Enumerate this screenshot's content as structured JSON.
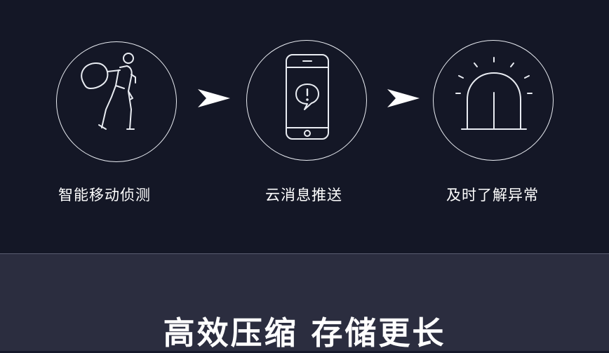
{
  "steps": [
    {
      "icon": "running-person-icon",
      "label": "智能移动侦测"
    },
    {
      "icon": "phone-alert-icon",
      "label": "云消息推送"
    },
    {
      "icon": "alarm-light-icon",
      "label": "及时了解异常"
    }
  ],
  "arrow_icon": "arrow-right-icon",
  "headline": "高效压缩  存储更长",
  "colors": {
    "top_bg": "#141726",
    "bottom_bg": "#2b2d3f",
    "line": "#e9ecf2",
    "text": "#ffffff"
  }
}
